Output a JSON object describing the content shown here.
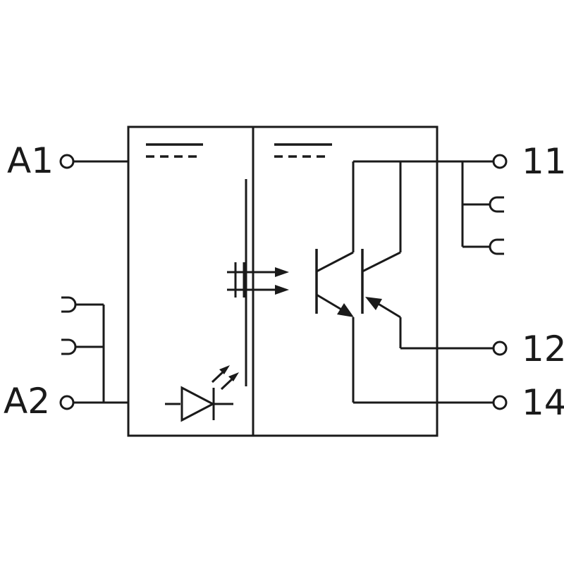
{
  "terminals": {
    "a1": "A1",
    "a2": "A2",
    "t11": "11",
    "t12": "12",
    "t14": "14"
  },
  "colors": {
    "line": "#1a1a1a",
    "background": "#ffffff"
  },
  "icons": {
    "dc_input": "dc-symbol-icon",
    "dc_output": "dc-symbol-icon",
    "led": "led-diode-icon",
    "optical_link": "optical-coupling-icon",
    "transistor": "darlington-transistor-icon",
    "jumper_bridge": "bridge-connector-icon"
  }
}
